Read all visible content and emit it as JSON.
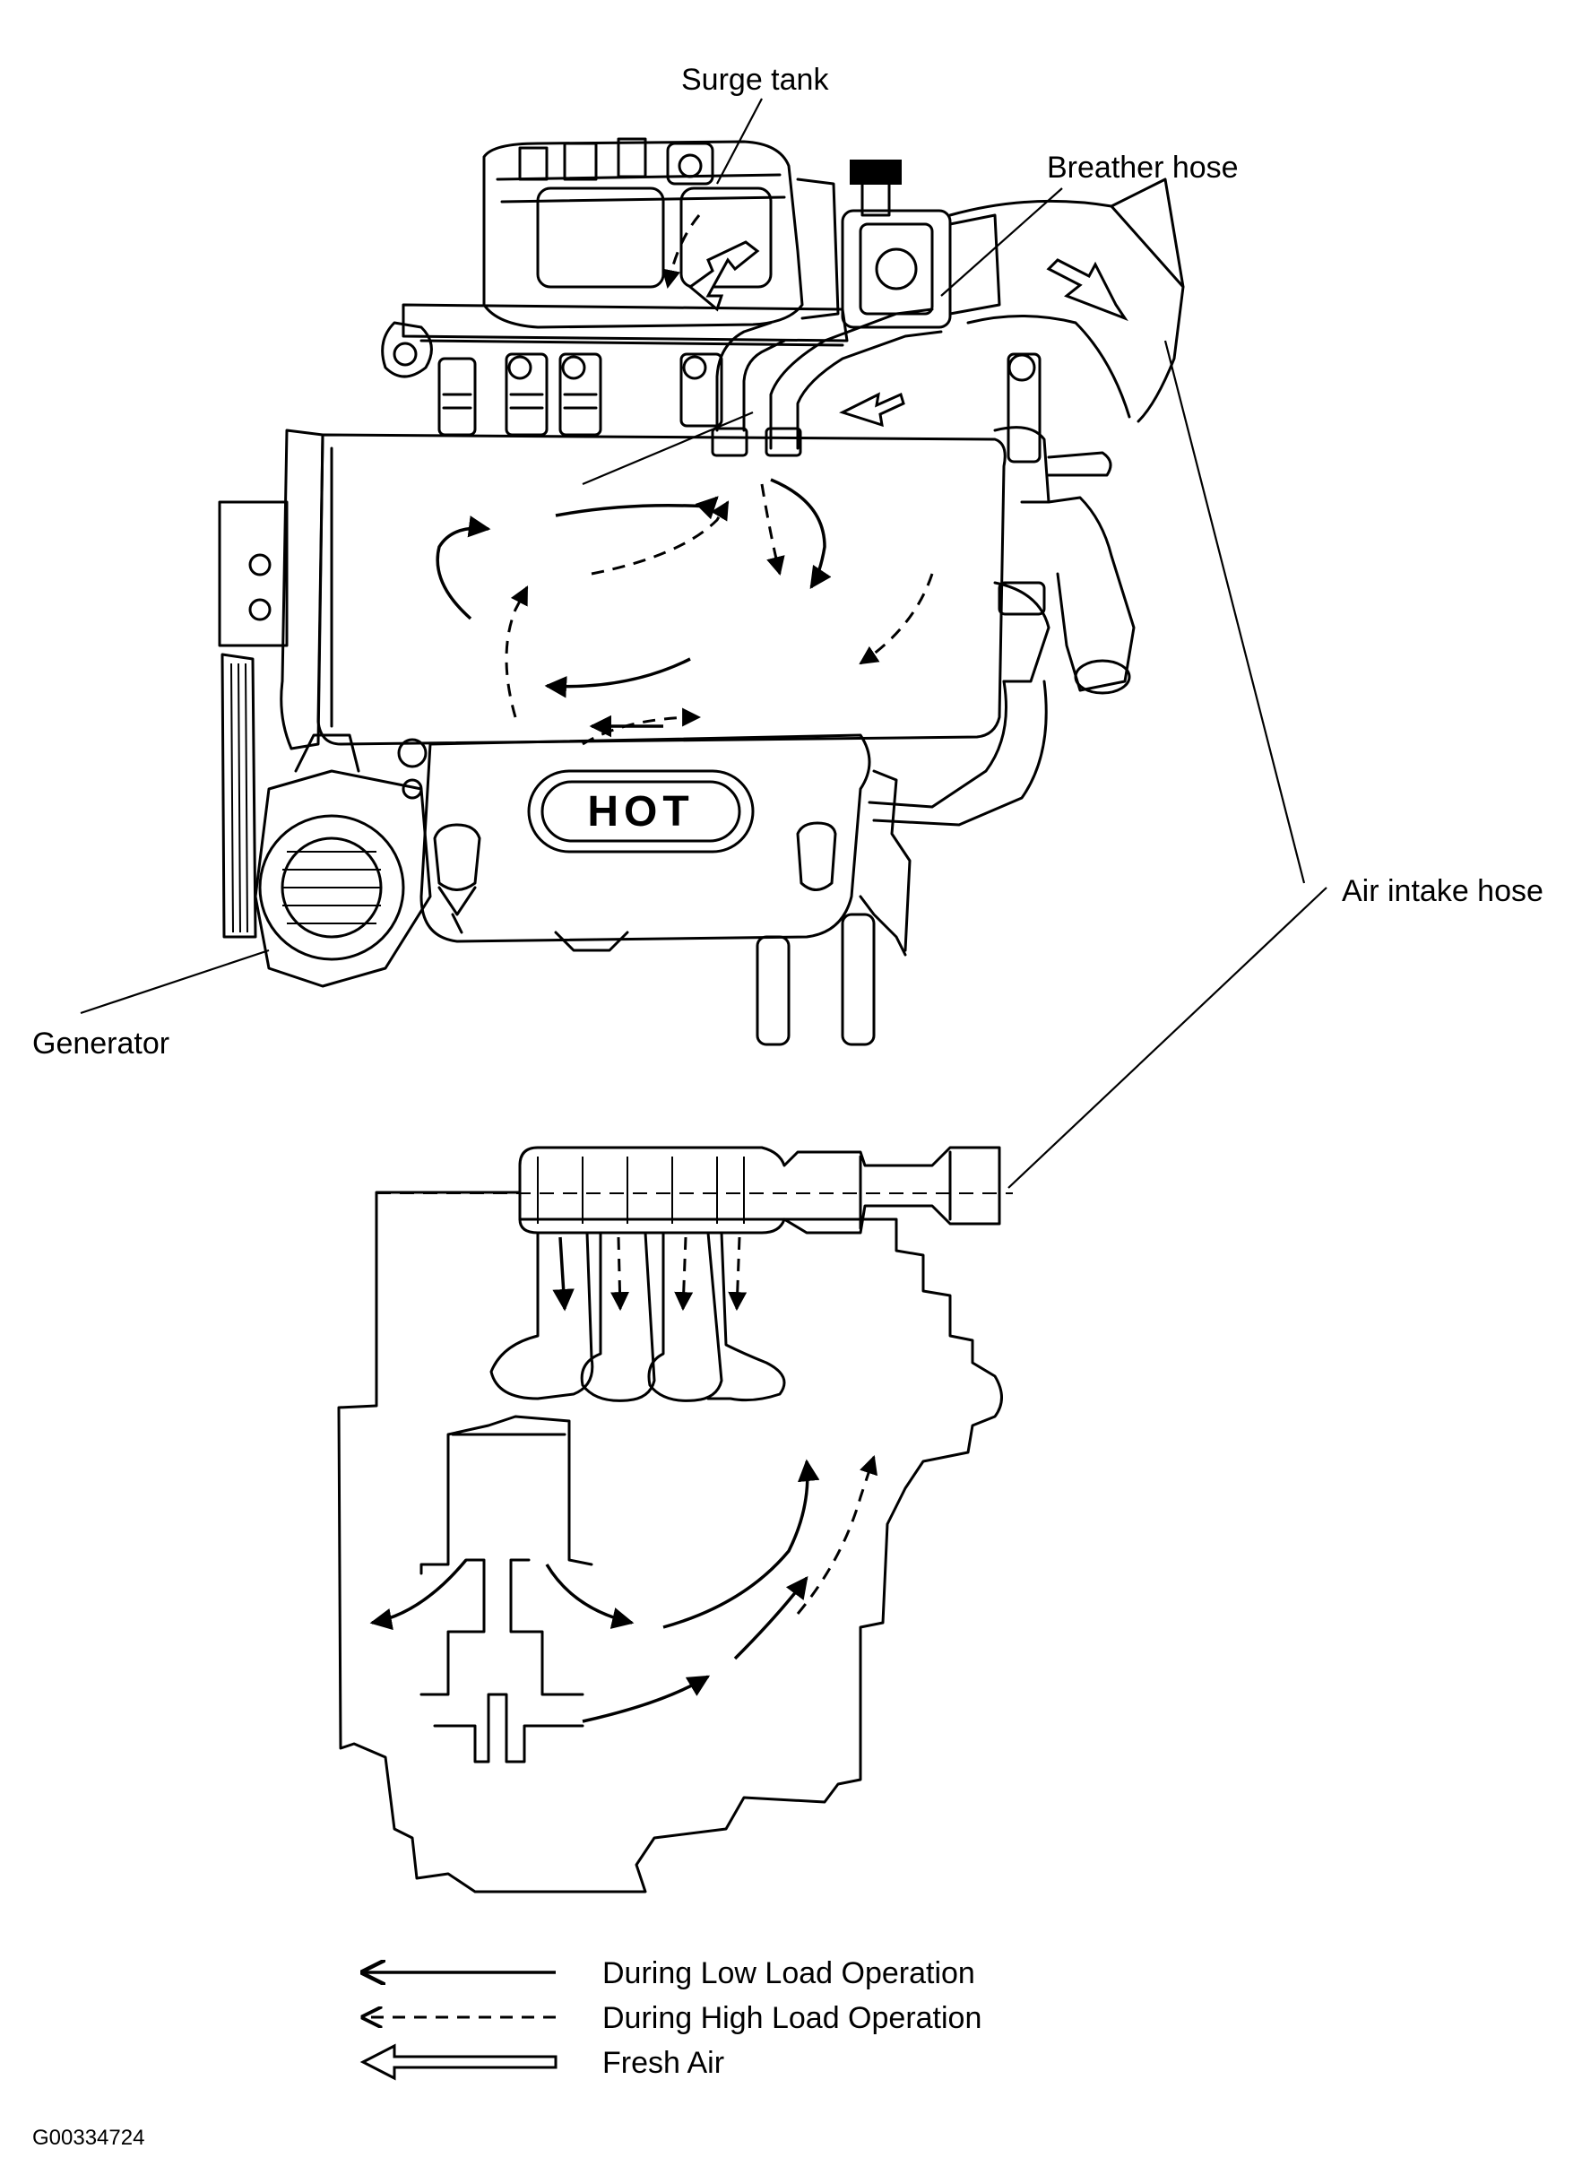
{
  "labels": {
    "surge_tank": "Surge tank",
    "breather_hose": "Breather hose",
    "air_intake_hose": "Air intake hose",
    "generator": "Generator",
    "hot_badge": "HOT"
  },
  "legend": [
    {
      "style": "solid",
      "label": "During Low Load Operation"
    },
    {
      "style": "dashed",
      "label": "During High Load Operation"
    },
    {
      "style": "hollow",
      "label": "Fresh Air"
    }
  ],
  "figure_id": "G00334724"
}
